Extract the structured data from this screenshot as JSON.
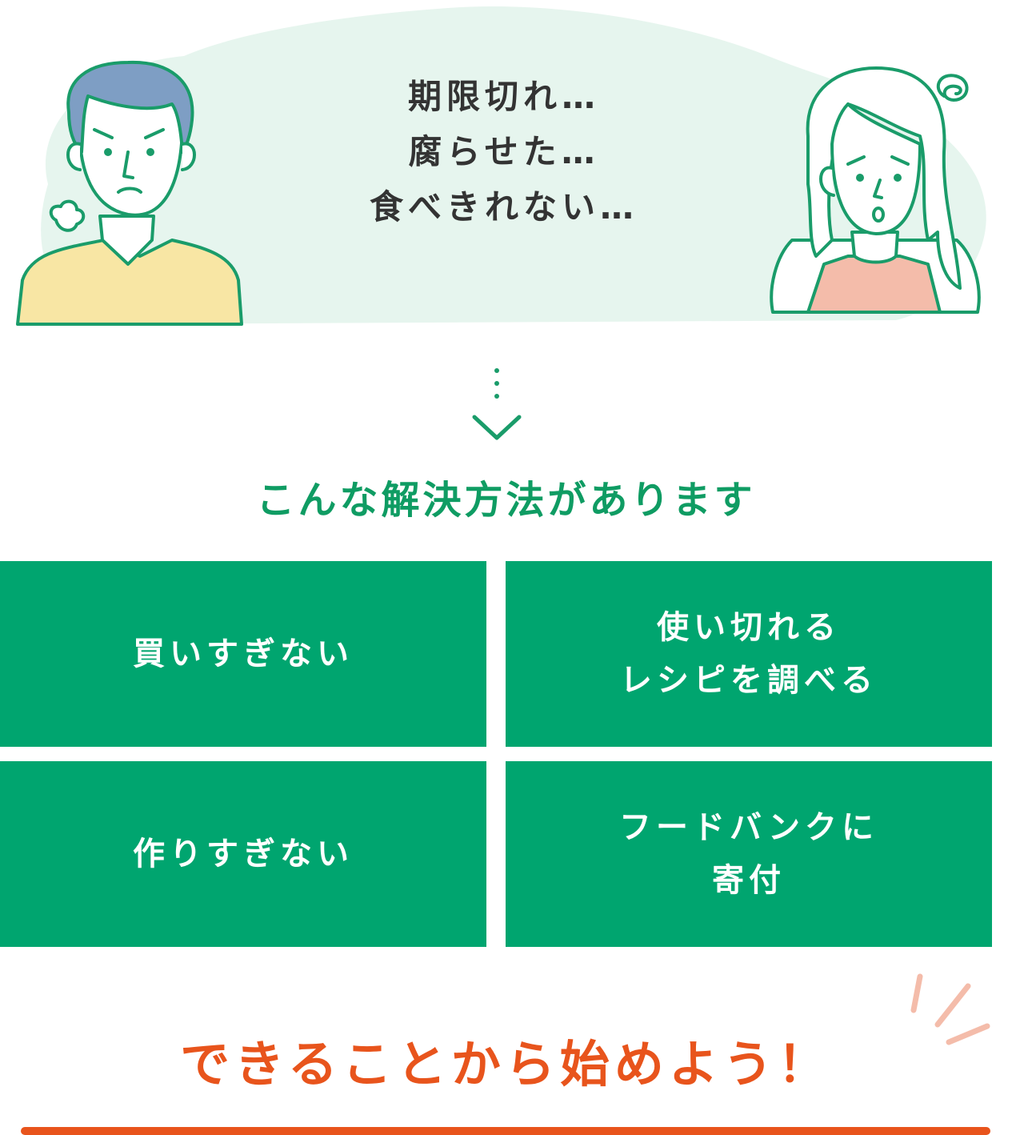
{
  "worries": {
    "line1": "期限切れ…",
    "line2": "腐らせた…",
    "line3": "食べきれない…"
  },
  "heading": "こんな解決方法があります",
  "solutions": [
    {
      "line1": "買いすぎない",
      "line2": ""
    },
    {
      "line1": "使い切れる",
      "line2": "レシピを調べる"
    },
    {
      "line1": "作りすぎない",
      "line2": ""
    },
    {
      "line1": "フードバンクに",
      "line2": "寄付"
    }
  ],
  "cta": "できることから始めよう！",
  "colors": {
    "green": "#00a56f",
    "heading_green": "#0f9c63",
    "orange": "#e8541c",
    "cloud": "#e6f5ee",
    "outline": "#1a9c6a"
  },
  "icons": {
    "man": "man-sighing-icon",
    "woman": "woman-worried-icon",
    "arrow": "dotted-down-arrow-icon",
    "sparkle": "sparkle-lines-icon"
  }
}
